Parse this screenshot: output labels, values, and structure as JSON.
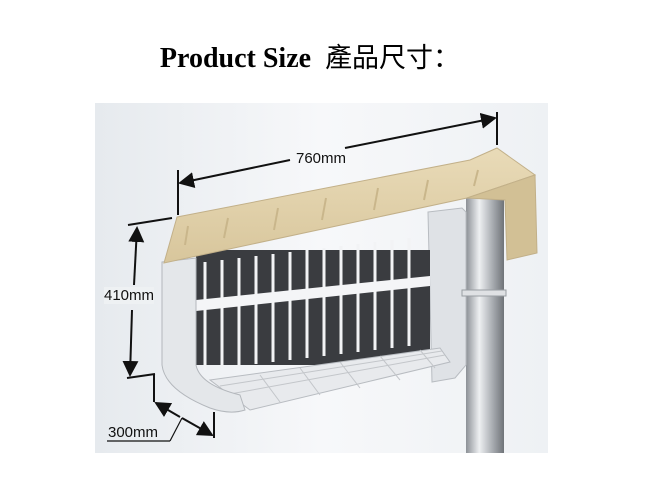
{
  "title": {
    "en": "Product Size",
    "zh": "產品尺寸："
  },
  "dimensions": {
    "length": "760mm",
    "height": "410mm",
    "depth": "300mm"
  },
  "colors": {
    "roof": "#e3d3ad",
    "housing": "#e9ecef",
    "pole": "#b9bdc2"
  }
}
